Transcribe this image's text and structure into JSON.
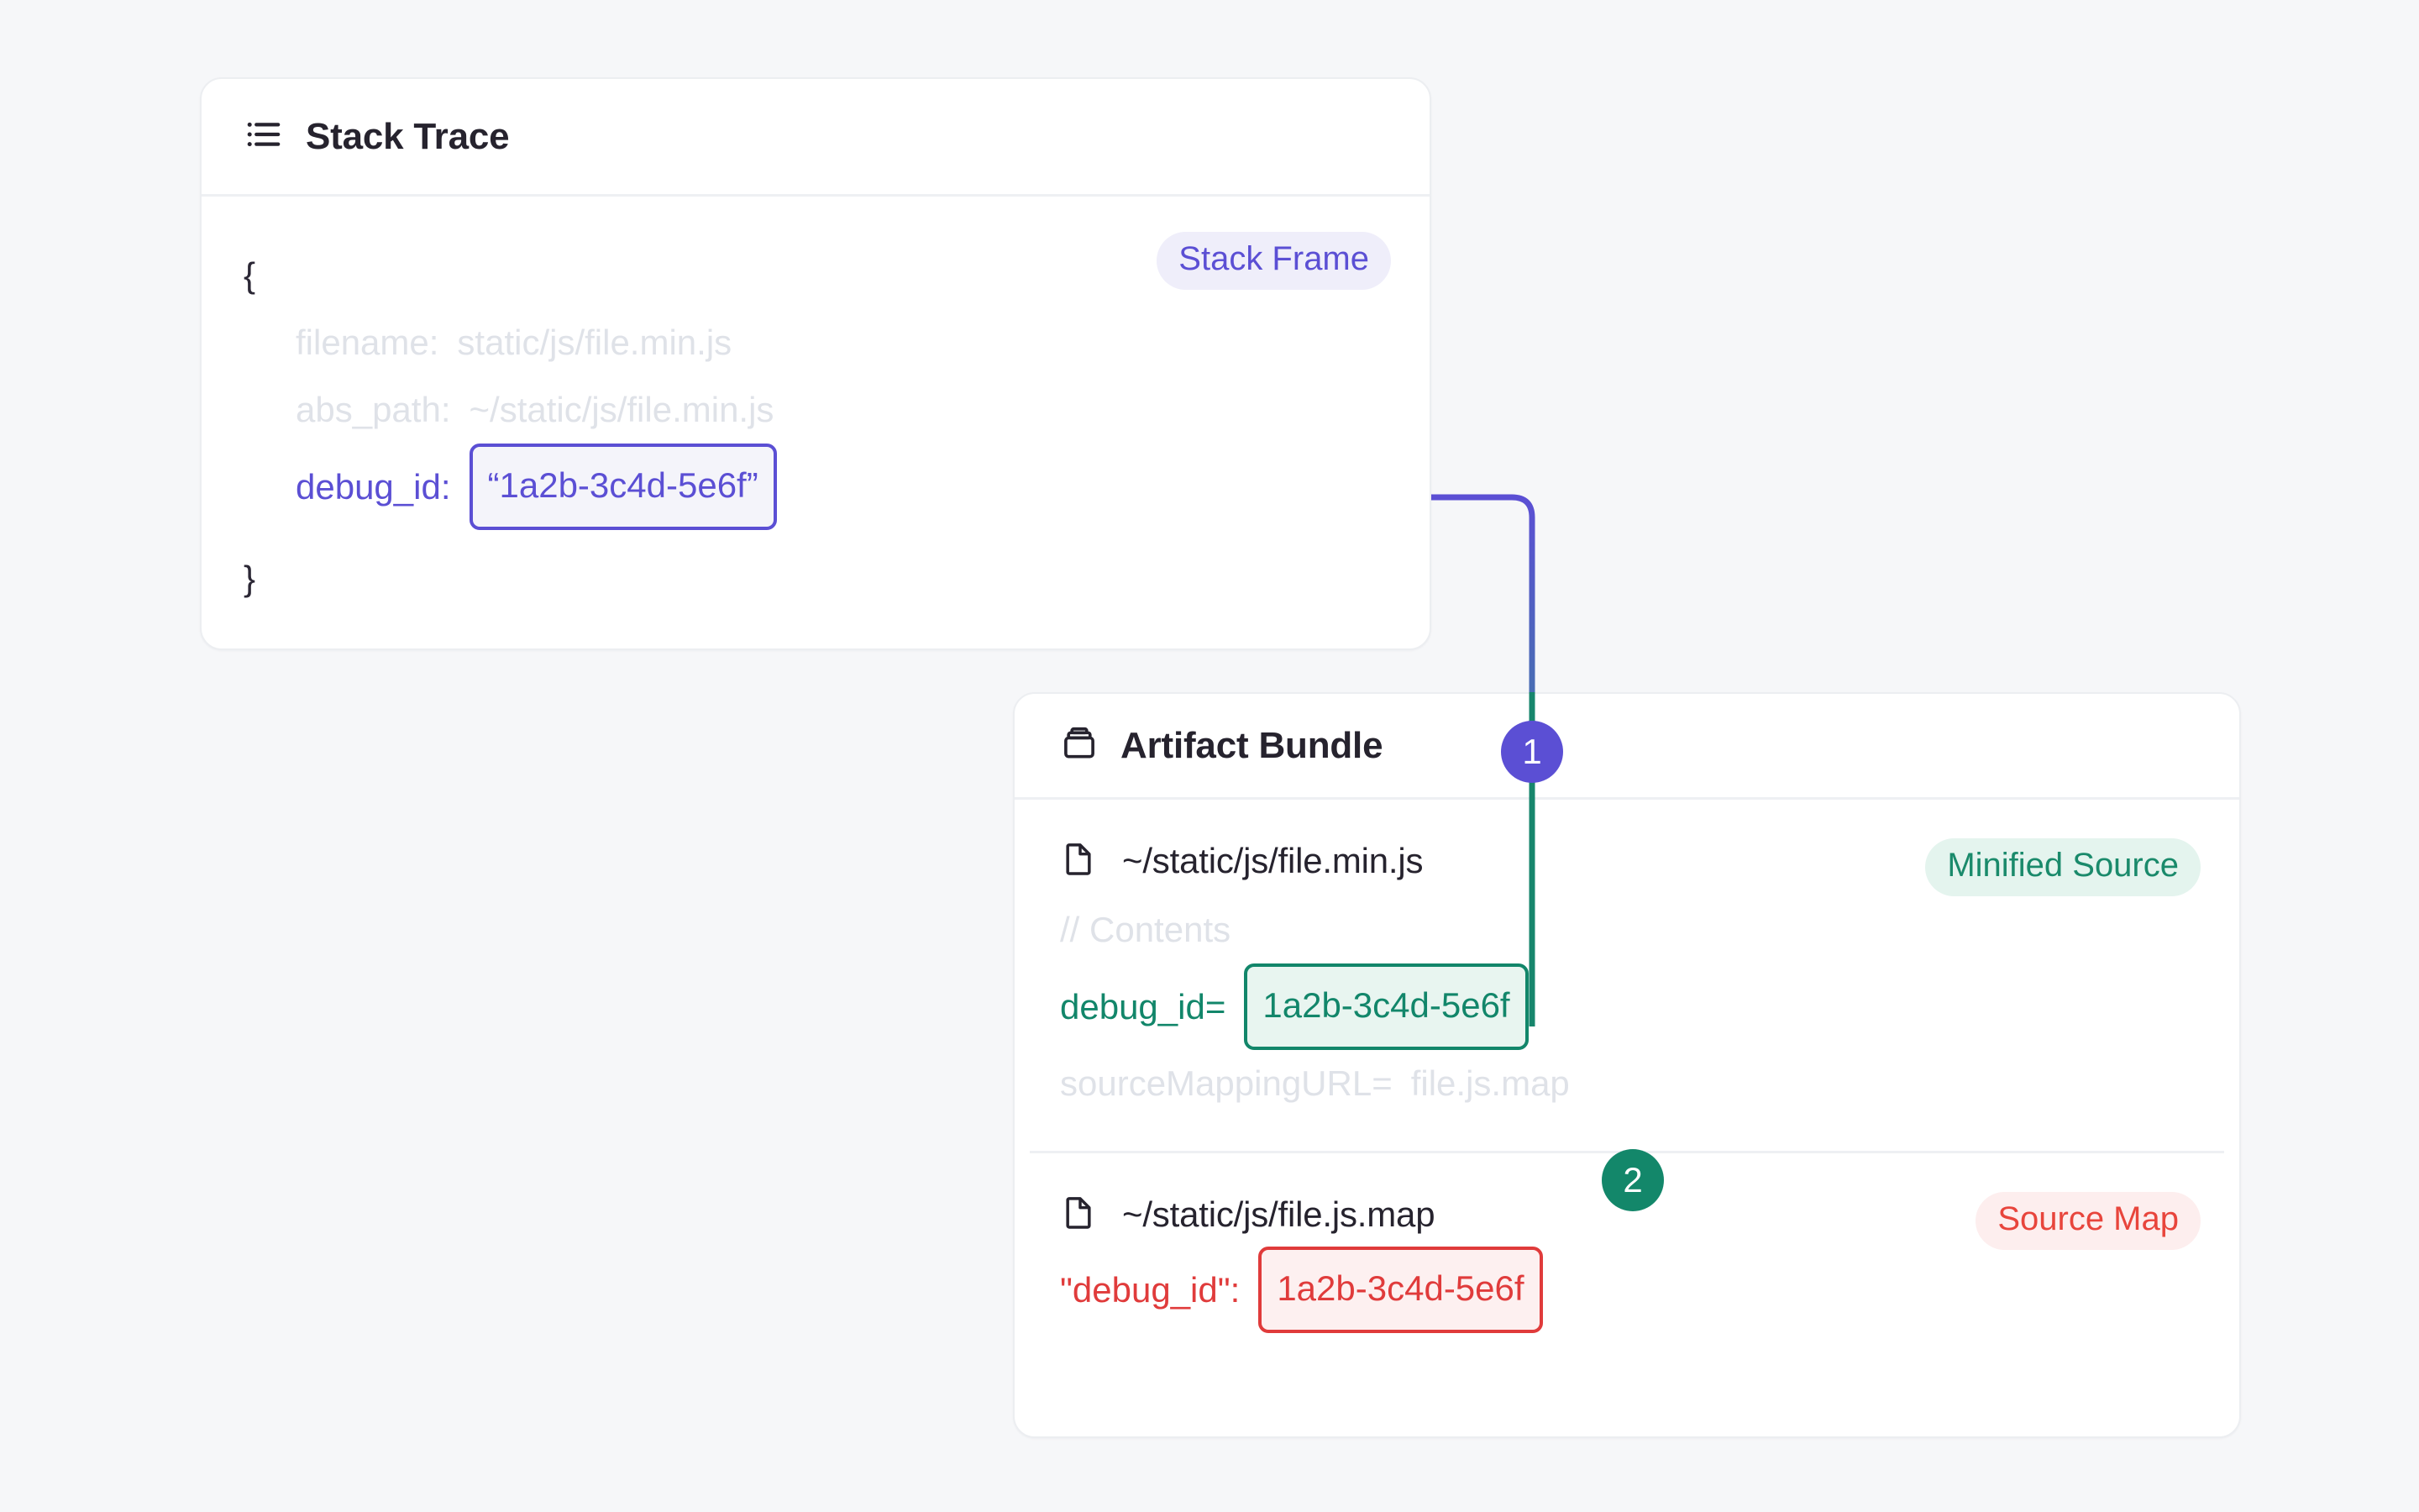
{
  "page": {
    "background_color": "#f6f7f9"
  },
  "palette": {
    "purple": "#5b4fd4",
    "green": "#12866a",
    "red": "#e03b3b",
    "faded_text": "#dfe2e8",
    "dark_text": "#26232e",
    "card_border": "#eceef1"
  },
  "stack_trace_card": {
    "icon": "list-icon",
    "title": "Stack Trace",
    "badge": {
      "label": "Stack Frame",
      "color": "#5b4fd4",
      "background": "#efeefa"
    },
    "open_brace": "{",
    "close_brace": "}",
    "rows": [
      {
        "key": "filename:",
        "value": "static/js/file.min.js",
        "muted": true
      },
      {
        "key": "abs_path:",
        "value": "~/static/js/file.min.js",
        "muted": true
      }
    ],
    "debug_id_row": {
      "key": "debug_id:",
      "value": "“1a2b-3c4d-5e6f”",
      "highlight_color": "#5b4fd4"
    }
  },
  "artifact_bundle_card": {
    "icon": "archive-box-icon",
    "title": "Artifact Bundle",
    "files": [
      {
        "icon": "file-icon",
        "path": "~/static/js/file.min.js",
        "badge": {
          "label": "Minified Source",
          "color": "#1a8a6b",
          "background": "#e4f4ee"
        },
        "lines": [
          {
            "text": "// Contents",
            "muted": true
          },
          {
            "key": "debug_id=",
            "value": "1a2b-3c4d-5e6f",
            "highlight_color": "#12866a"
          },
          {
            "key": "sourceMappingURL=",
            "value": "file.js.map",
            "muted": true
          }
        ]
      },
      {
        "icon": "file-icon",
        "path": "~/static/js/file.js.map",
        "badge": {
          "label": "Source Map",
          "color": "#e8453c",
          "background": "#fdeeee"
        },
        "lines": [
          {
            "key": "\"debug_id\":",
            "value": "1a2b-3c4d-5e6f",
            "highlight_color": "#e03b3b"
          }
        ]
      }
    ]
  },
  "step_markers": [
    {
      "number": "1",
      "color": "#5b4fd4"
    },
    {
      "number": "2",
      "color": "#13876a"
    }
  ]
}
